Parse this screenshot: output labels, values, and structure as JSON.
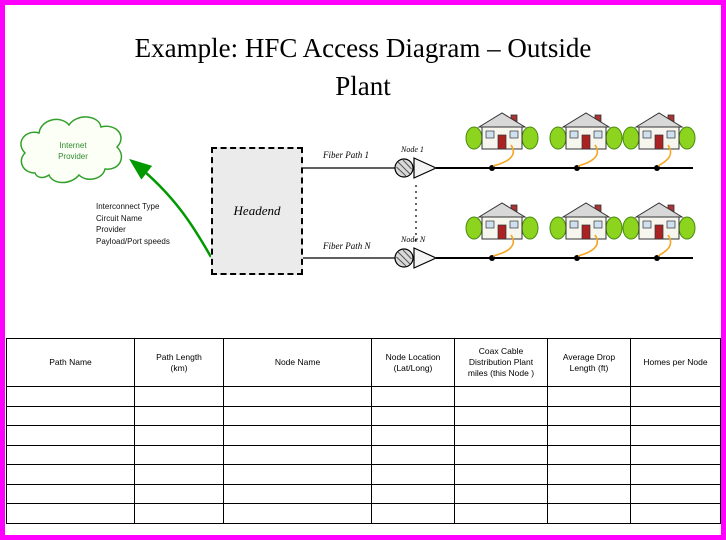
{
  "title": {
    "line1": "Example: HFC Access Diagram – Outside",
    "line2": "Plant"
  },
  "diagram": {
    "cloud_label": "Internet\nProvider",
    "headend_label": "Headend",
    "info_lines": [
      "Interconnect Type",
      "Circuit Name",
      "Provider",
      "Payload/Port speeds"
    ],
    "fiber_path_1_label": "Fiber Path 1",
    "fiber_path_n_label": "Fiber Path N",
    "node_1_label": "Node 1",
    "node_n_label": "Node N",
    "house_rows": 2,
    "houses_per_row": 3
  },
  "table": {
    "headers": [
      "Path Name",
      "Path Length\n(km)",
      "Node Name",
      "Node Location\n(Lat/Long)",
      "Coax Cable\nDistribution Plant\nmiles (this Node )",
      "Average Drop\nLength (ft)",
      "Homes per Node"
    ],
    "empty_row_count": 7
  },
  "colors": {
    "page_border": "#ff00ff",
    "cloud_stroke": "#33a02c",
    "cloud_text": "#2e8b2e",
    "arrow_green": "#009a00",
    "drop_wire_orange": "#f5a623",
    "headend_fill": "#ebebeb",
    "bush_green": "#8cd41e",
    "house_red": "#aa2222"
  }
}
